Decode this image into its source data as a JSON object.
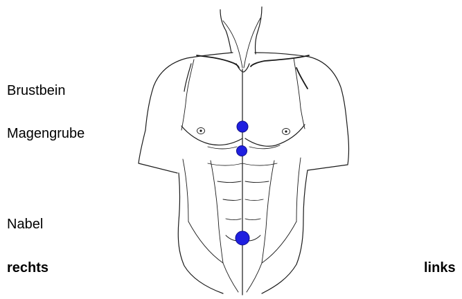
{
  "labels": {
    "brustbein": "Brustbein",
    "magengrube": "Magengrube",
    "nabel": "Nabel",
    "rechts": "rechts",
    "links": "links"
  },
  "colors": {
    "point_fill": "#1f1fe0",
    "outline": "#1a1a1a"
  }
}
